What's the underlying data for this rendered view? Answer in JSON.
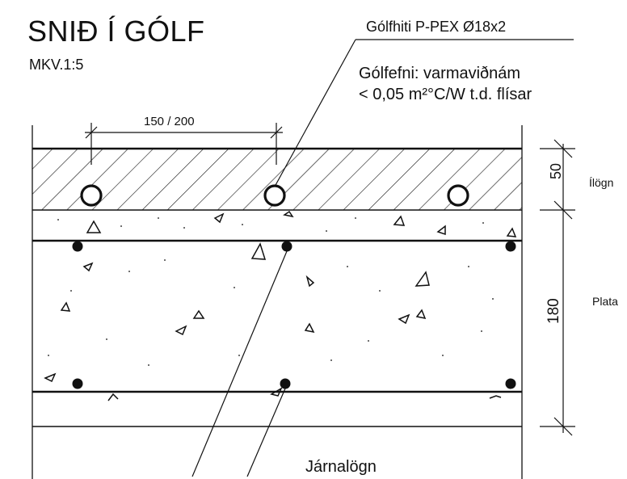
{
  "title": "SNIÐ Í GÓLF",
  "scale": "MKV.1:5",
  "callouts": {
    "pipe": "Gólfhiti P-PEX Ø18x2",
    "finish_line1": "Gólfefni: varmaviðnám",
    "finish_line2": "< 0,05 m²°C/W  t.d. flísar",
    "rebar": "Járnalögn"
  },
  "dimensions": {
    "pipe_spacing": "150 / 200",
    "screed_thickness": "50",
    "slab_thickness": "180"
  },
  "layers": {
    "screed": "Ílögn",
    "slab": "Plata"
  },
  "colors": {
    "line": "#111111",
    "background": "#ffffff"
  }
}
